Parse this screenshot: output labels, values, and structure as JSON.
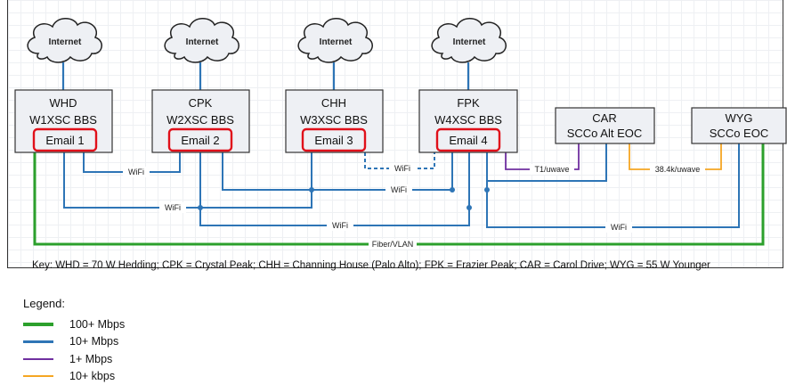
{
  "clouds": [
    "Internet",
    "Internet",
    "Internet",
    "Internet"
  ],
  "nodes": [
    {
      "line1": "WHD",
      "line2": "W1XSC BBS",
      "email": "Email 1"
    },
    {
      "line1": "CPK",
      "line2": "W2XSC BBS",
      "email": "Email 2"
    },
    {
      "line1": "CHH",
      "line2": "W3XSC BBS",
      "email": "Email 3"
    },
    {
      "line1": "FPK",
      "line2": "W4XSC BBS",
      "email": "Email 4"
    },
    {
      "line1": "CAR",
      "line2": "SCCo Alt EOC"
    },
    {
      "line1": "WYG",
      "line2": "SCCo EOC"
    }
  ],
  "link_labels": {
    "wifi": "WiFi",
    "t1": "T1/uwave",
    "kbps": "38.4k/uwave",
    "fiber": "Fiber/VLAN"
  },
  "key_text": "Key:  WHD = 70 W Hedding; CPK = Crystal Peak; CHH = Channing House (Palo Alto); FPK = Frazier Peak; CAR = Carol Drive; WYG = 55 W Younger",
  "legend": {
    "title": "Legend:",
    "items": [
      {
        "label": "100+ Mbps",
        "color": "#2ca02c"
      },
      {
        "label": "10+ Mbps",
        "color": "#2e75b6"
      },
      {
        "label": "1+ Mbps",
        "color": "#7030a0"
      },
      {
        "label": "10+ kbps",
        "color": "#f5a623"
      }
    ]
  },
  "colors": {
    "green": "#2ca02c",
    "blue": "#2e75b6",
    "purple": "#7030a0",
    "orange": "#f5a623",
    "email_border": "#e0101a"
  }
}
